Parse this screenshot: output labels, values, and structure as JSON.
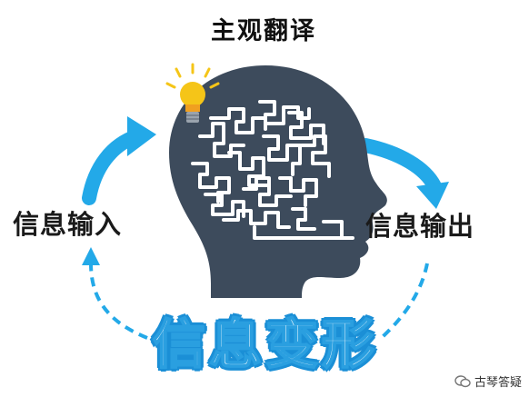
{
  "title": "主观翻译",
  "left_label": "信息输入",
  "right_label": "信息输出",
  "bottom_label": "信息变形",
  "watermark": "古琴答疑",
  "icons": {
    "head": "head-silhouette-icon",
    "brain": "maze-brain-icon",
    "bulb": "lightbulb-icon",
    "arrows": "curved-arrow-icon",
    "watermark": "wechat-icon"
  },
  "colors": {
    "head": "#3d4b5c",
    "arrow": "#23a9e8",
    "bulb": "#f5c518",
    "text": "#1a1a1a",
    "accent": "#1b8fd6"
  }
}
